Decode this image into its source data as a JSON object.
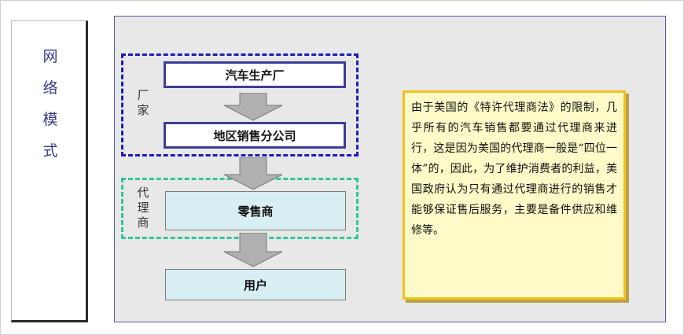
{
  "side_tab": {
    "chars": [
      "网",
      "络",
      "模",
      "式"
    ]
  },
  "groups": {
    "factory": {
      "label_chars": [
        "厂",
        "家"
      ]
    },
    "dealer": {
      "label_chars": [
        "代",
        "理",
        "商"
      ]
    }
  },
  "boxes": {
    "maker": "汽车生产厂",
    "branch": "地区销售分公司",
    "retail": "零售商",
    "user": "用户"
  },
  "note": {
    "text": "由于美国的《特许代理商法》的限制，几乎所有的汽车销售都要通过代理商来进行，这是因为美国的代理商一般是“四位一体”的，因此，为了维护消费者的利益，美国政府认为只有通过代理商进行的销售才能够保证售后服务，主要是备件供应和维修等。"
  },
  "colors": {
    "panel_bg": "#e8e8e8",
    "factory_dash": "#1c1cbf",
    "dealer_dash": "#2fc98f",
    "box_border": "#3d3d99",
    "light_box": "#d7eef2",
    "note_bg": "#fffbc8",
    "note_border": "#f0c21c",
    "arrow_fill": "#b0b0b0"
  }
}
